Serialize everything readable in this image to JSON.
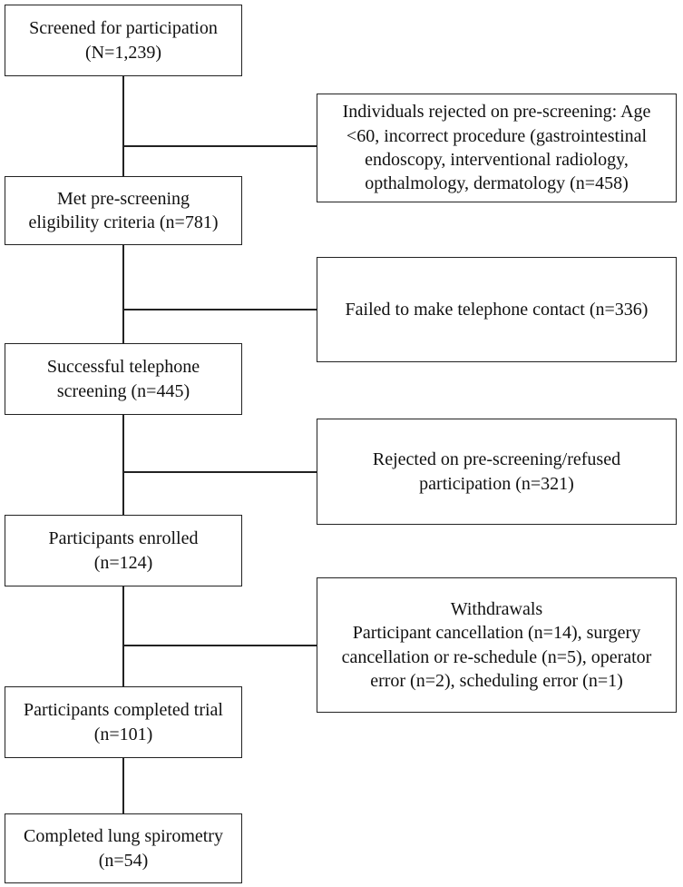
{
  "main_flow": [
    {
      "line1": "Screened for participation",
      "line2": "(N=1,239)"
    },
    {
      "line1": "Met pre-screening",
      "line2": "eligibility criteria (n=781)"
    },
    {
      "line1": "Successful telephone",
      "line2": "screening (n=445)"
    },
    {
      "line1": "Participants enrolled",
      "line2": "(n=124)"
    },
    {
      "line1": "Participants completed trial",
      "line2": "(n=101)"
    },
    {
      "line1": "Completed lung spirometry",
      "line2": "(n=54)"
    }
  ],
  "exclusions": [
    {
      "lines": [
        "Individuals rejected on pre-screening: Age",
        "<60, incorrect procedure (gastrointestinal",
        "endoscopy, interventional radiology,",
        "opthalmology, dermatology (n=458)"
      ]
    },
    {
      "lines": [
        "Failed to make telephone contact (n=336)"
      ]
    },
    {
      "lines": [
        "Rejected on pre-screening/refused",
        "participation (n=321)"
      ]
    },
    {
      "lines": [
        "Withdrawals",
        "Participant cancellation (n=14), surgery",
        "cancellation or re-schedule (n=5), operator",
        "error (n=2), scheduling error (n=1)"
      ]
    }
  ]
}
